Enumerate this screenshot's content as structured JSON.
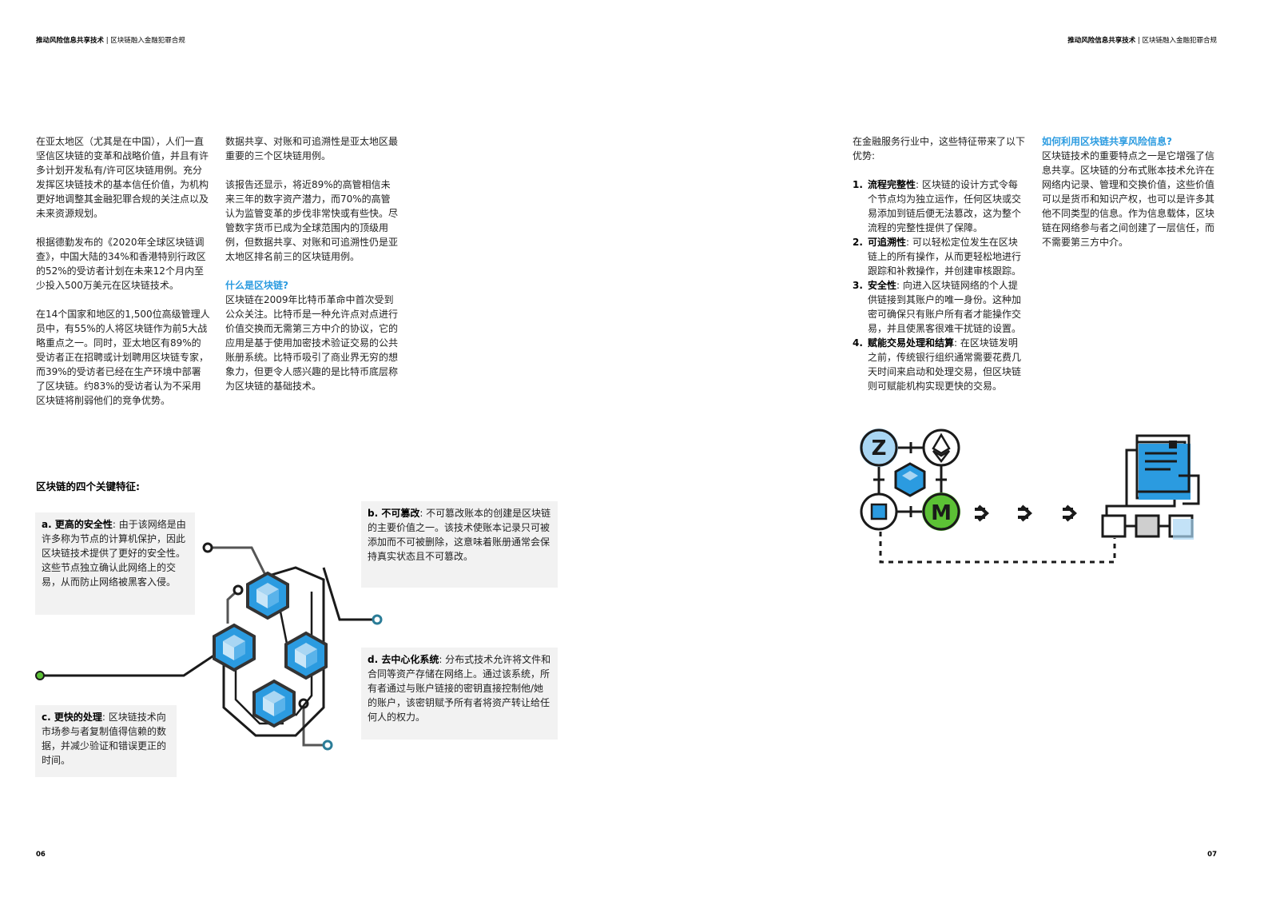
{
  "header": {
    "left_bold": "推动风险信息共享技术",
    "left_rest": "区块链融入金融犯罪合规",
    "right_bold": "推动风险信息共享技术",
    "right_rest": "区块链融入金融犯罪合规"
  },
  "page_numbers": {
    "left": "06",
    "right": "07"
  },
  "col1": {
    "p1": "在亚太地区（尤其是在中国），人们一直坚信区块链的变革和战略价值，并且有许多计划开发私有/许可区块链用例。充分发挥区块链技术的基本信任价值，为机构更好地调整其金融犯罪合规的关注点以及未来资源规划。",
    "p2": "根据德勤发布的《2020年全球区块链调查》，中国大陆的34%和香港特别行政区的52%的受访者计划在未来12个月内至少投入500万美元在区块链技术。",
    "p3": "在14个国家和地区的1,500位高级管理人员中，有55%的人将区块链作为前5大战略重点之一。同时，亚太地区有89%的受访者正在招聘或计划聘用区块链专家，而39%的受访者已经在生产环境中部署了区块链。约83%的受访者认为不采用区块链将削弱他们的竞争优势。"
  },
  "col2": {
    "p1": "数据共享、对账和可追溯性是亚太地区最重要的三个区块链用例。",
    "p2": "该报告还显示，将近89%的高管相信未来三年的数字资产潜力，而70%的高管认为监管变革的步伐非常快或有些快。尽管数字货币已成为全球范围内的顶级用例，但数据共享、对账和可追溯性仍是亚太地区排名前三的区块链用例。",
    "heading": "什么是区块链?",
    "p3": "区块链在2009年比特币革命中首次受到公众关注。比特币是一种允许点对点进行价值交换而无需第三方中介的协议，它的应用是基于使用加密技术验证交易的公共账册系统。比特币吸引了商业界无穷的想象力，但更令人感兴趣的是比特币底层称为区块链的基础技术。"
  },
  "features_title": "区块链的四个关键特征:",
  "features": {
    "a_title": "a. 更高的安全性",
    "a_text": ": 由于该网络是由许多称为节点的计算机保护，因此区块链技术提供了更好的安全性。这些节点独立确认此网络上的交易，从而防止网络被黑客入侵。",
    "b_title": "b. 不可篡改",
    "b_text": ": 不可篡改账本的创建是区块链的主要价值之一。该技术使账本记录只可被添加而不可被删除，这意味着账册通常会保持真实状态且不可篡改。",
    "c_title": "c. 更快的处理",
    "c_text": ": 区块链技术向市场参与者复制值得信赖的数据，并减少验证和错误更正的时间。",
    "d_title": "d. 去中心化系统",
    "d_text": ": 分布式技术允许将文件和合同等资产存储在网络上。通过该系统，所有者通过与账户链接的密钥直接控制他/她的账户，该密钥赋予所有者将资产转让给任何人的权力。"
  },
  "col3": {
    "intro": "在金融服务行业中，这些特征带来了以下优势:",
    "items": [
      {
        "num": "1.",
        "title": "流程完整性",
        "text": ": 区块链的设计方式令每个节点均为独立运作，任何区块或交易添加到链后便无法篡改，这为整个流程的完整性提供了保障。"
      },
      {
        "num": "2.",
        "title": "可追溯性",
        "text": ": 可以轻松定位发生在区块链上的所有操作，从而更轻松地进行跟踪和补救操作，并创建审核跟踪。"
      },
      {
        "num": "3.",
        "title": "安全性",
        "text": ": 向进入区块链网络的个人提供链接到其账户的唯一身份。这种加密可确保只有账户所有者才能操作交易，并且使黑客很难干扰链的设置。"
      },
      {
        "num": "4.",
        "title": "赋能交易处理和结算",
        "text": ": 在区块链发明之前，传统银行组织通常需要花费几天时间来启动和处理交易，但区块链则可赋能机构实现更快的交易。"
      }
    ]
  },
  "col4": {
    "heading": "如何利用区块链共享风险信息?",
    "text": "区块链技术的重要特点之一是它增强了信息共享。区块链的分布式账本技术允许在网络内记录、管理和交换价值，这些价值可以是货币和知识产权，也可以是许多其他不同类型的信息。作为信息载体，区块链在网络参与者之间创建了一层信任，而不需要第三方中介。"
  },
  "colors": {
    "accent_blue": "#2b9be0",
    "accent_green": "#5cc135",
    "box_gray": "#f2f2f2"
  }
}
